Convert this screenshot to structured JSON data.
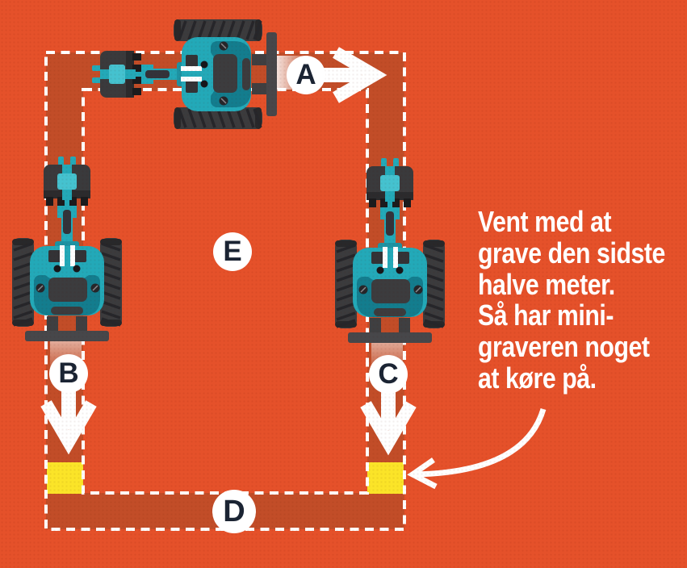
{
  "step_labels": {
    "a": "A",
    "b": "B",
    "c": "C",
    "d": "D",
    "e": "E"
  },
  "note": {
    "lines": [
      "Vent med at",
      "grave den sidste",
      "halve meter.",
      "Så har mini-",
      "graveren noget",
      "at køre på."
    ]
  },
  "colors": {
    "background": "#e5512a",
    "trench_dug": "#c24d28",
    "highlight_yellow": "#fbe428",
    "machine_teal": "#23a9b8",
    "machine_teal_dark": "#137d8e",
    "machine_teal_light": "#45c2cf",
    "machine_gray": "#3b3b3d",
    "dashed_outline": "#ffffff",
    "arrow_white": "#ffffff",
    "badge_background": "#ffffff",
    "badge_letter": "#1b2433",
    "note_text": "#ffffff"
  },
  "icons": {
    "machine": "mini-excavator-top-view-icon",
    "arrow_a": "arrow-right-icon",
    "arrow_b": "arrow-down-icon",
    "arrow_c": "arrow-down-icon",
    "note_pointer": "curved-arrow-left-icon"
  }
}
